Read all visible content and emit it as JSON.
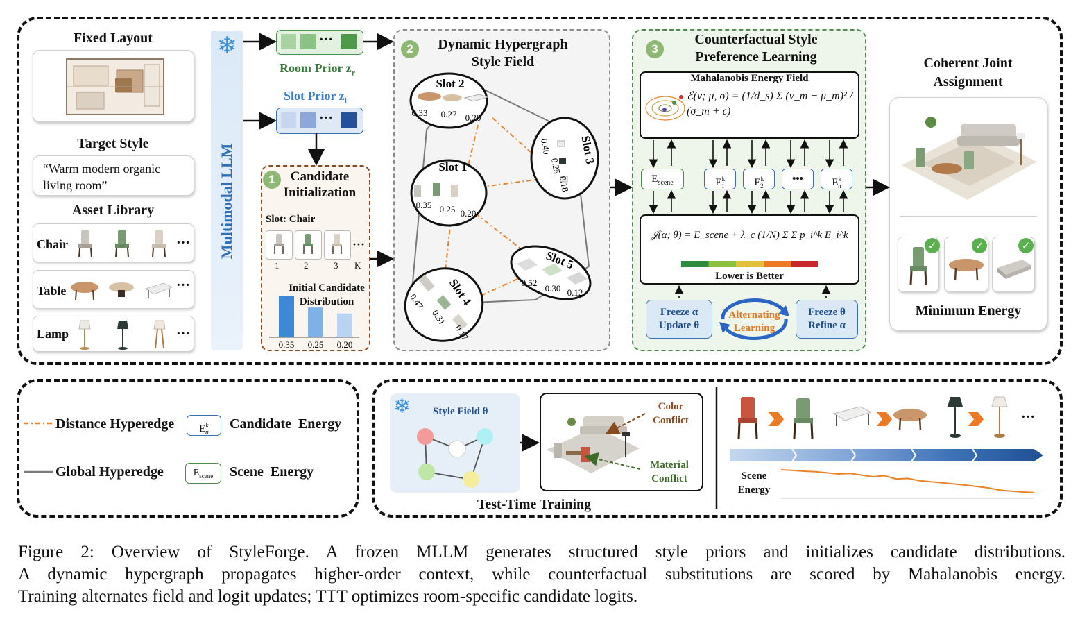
{
  "left": {
    "fixed_layout": "Fixed Layout",
    "target_style": "Target Style",
    "style_quote_1": "“Warm modern organic",
    "style_quote_2": "living room”",
    "asset_library": "Asset Library",
    "rows": [
      {
        "label": "Chair"
      },
      {
        "label": "Table"
      },
      {
        "label": "Lamp"
      }
    ],
    "ellipsis": "···"
  },
  "llm": {
    "label": "Multimodal LLM"
  },
  "priors": {
    "room": "Room Prior z",
    "room_sub": "r",
    "slot": "Slot Prior z",
    "slot_sub": "i",
    "dots": "···"
  },
  "candidate": {
    "num": "1",
    "title_1": "Candidate",
    "title_2": "Initialization",
    "slot_label": "Slot: Chair",
    "indices": [
      "1",
      "2",
      "3",
      "K"
    ],
    "dist_title_1": "Initial Candidate",
    "dist_title_2": "Distribution",
    "values": [
      0.35,
      0.25,
      0.2
    ],
    "value_labels": [
      "0.35",
      "0.25",
      "0.20"
    ]
  },
  "hypergraph": {
    "num": "2",
    "title_1": "Dynamic Hypergraph",
    "title_2": "Style Field",
    "slots": [
      {
        "name": "Slot 2",
        "probs": [
          "0.33",
          "0.27",
          "0.20"
        ]
      },
      {
        "name": "Slot 1",
        "probs": [
          "0.35",
          "0.25",
          "0.20"
        ]
      },
      {
        "name": "Slot 3",
        "probs": [
          "0.40",
          "0.25",
          "0.18"
        ]
      },
      {
        "name": "Slot 4",
        "probs": [
          "0.47",
          "0.31",
          "0.17"
        ]
      },
      {
        "name": "Slot 5",
        "probs": [
          "0.52",
          "0.30",
          "0.12"
        ]
      }
    ]
  },
  "cf": {
    "num": "3",
    "title_1": "Counterfactual Style",
    "title_2": "Preference Learning",
    "mahal_title": "Mahalanobis Energy Field",
    "formula": "ℰ(v; μ, σ) = (1/d_s) Σ (v_m − μ_m)² / (σ_m + ϵ)",
    "e_scene": "E",
    "e_scene_sub": "scene",
    "energies": [
      {
        "k": "k",
        "s": "1"
      },
      {
        "k": "k",
        "s": "2"
      },
      {
        "k": "k",
        "s": "n"
      }
    ],
    "dots": "•••",
    "objective": "𝒥(α; θ) = E_scene + λ_c (1/N) Σ Σ p_i^k E_i^k",
    "lower": "Lower is Better",
    "freeze_a_1": "Freeze α",
    "freeze_a_2": "Update θ",
    "alt_1": "Alternating",
    "alt_2": "Learning",
    "freeze_t_1": "Freeze θ",
    "freeze_t_2": "Refine α"
  },
  "right": {
    "title_1": "Coherent Joint",
    "title_2": "Assignment",
    "min_energy": "Minimum Energy",
    "check": "✓"
  },
  "legend": {
    "distance": "Distance Hyperedge",
    "cand_box": "E",
    "cand_sup": "k",
    "cand_sub": "n",
    "cand_label": "Candidate  Energy",
    "global": "Global Hyperedge",
    "scene_box": "E",
    "scene_sub": "scene",
    "scene_label": "Scene  Energy"
  },
  "ttt": {
    "field": "Style Field θ",
    "title": "Test-Time Training",
    "color": "Color",
    "color_2": "Conflict",
    "material": "Material",
    "material_2": "Conflict"
  },
  "trend": {
    "scene": "Scene",
    "energy": "Energy",
    "dots": "···",
    "energy_curve": [
      0.95,
      0.93,
      0.9,
      0.88,
      0.84,
      0.8,
      0.82,
      0.76,
      0.7,
      0.74,
      0.62,
      0.64,
      0.56,
      0.52,
      0.48,
      0.44,
      0.4,
      0.35,
      0.3,
      0.22,
      0.18,
      0.15,
      0.13
    ]
  },
  "caption": {
    "l1": "Figure 2: Overview of StyleForge. A frozen MLLM generates structured style priors and initializes candidate distributions.",
    "l2": "A dynamic hypergraph propagates higher-order context, while counterfactual substitutions are scored by Mahalanobis energy.",
    "l3": "Training alternates field and logit updates; TTT optimizes room-specific candidate logits."
  },
  "colors": {
    "orange": "#e8832a",
    "blue": "#3a6fb0",
    "green": "#4f8a4f",
    "dark_green": "#4c8f4c"
  }
}
